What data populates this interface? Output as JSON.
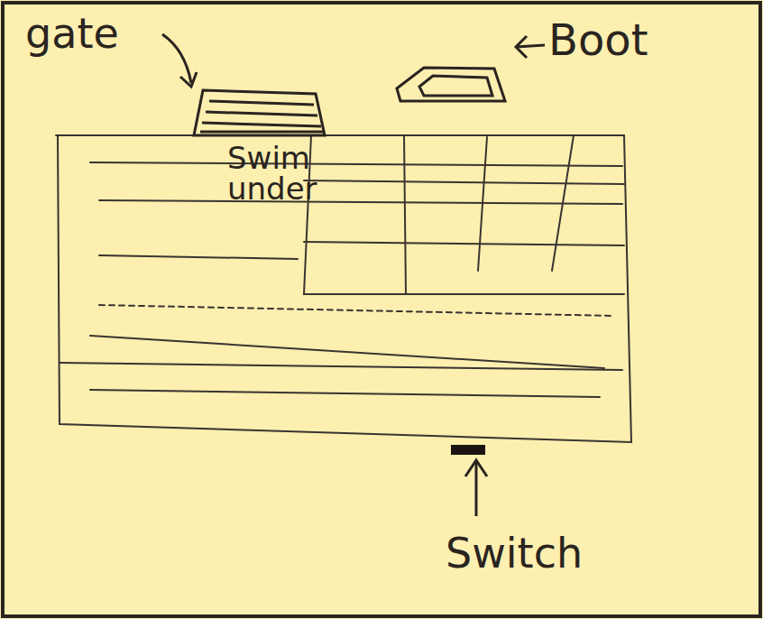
{
  "diagram": {
    "labels": [
      "gate",
      "Swim under",
      "Boot",
      "Switch"
    ]
  }
}
